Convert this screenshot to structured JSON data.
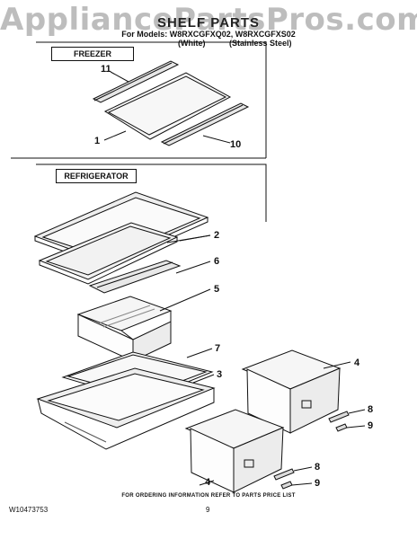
{
  "header": {
    "watermark": "AppliancePartsPros.com",
    "title": "SHELF PARTS",
    "models_line": "For Models: W8RXCGFXQ02, W8RXCGFXS02",
    "colors": [
      "(White)",
      "(Stainless Steel)"
    ]
  },
  "sections": {
    "freezer": "FREEZER",
    "refrigerator": "REFRIGERATOR"
  },
  "callouts": {
    "c11": "11",
    "c1": "1",
    "c10": "10",
    "c2": "2",
    "c6": "6",
    "c5": "5",
    "c7": "7",
    "c3": "3",
    "c4a": "4",
    "c8a": "8",
    "c9a": "9",
    "c4b": "4",
    "c8b": "8",
    "c9b": "9"
  },
  "footer": {
    "note": "FOR ORDERING INFORMATION REFER TO PARTS PRICE LIST",
    "doc_id": "W10473753",
    "page": "9"
  }
}
